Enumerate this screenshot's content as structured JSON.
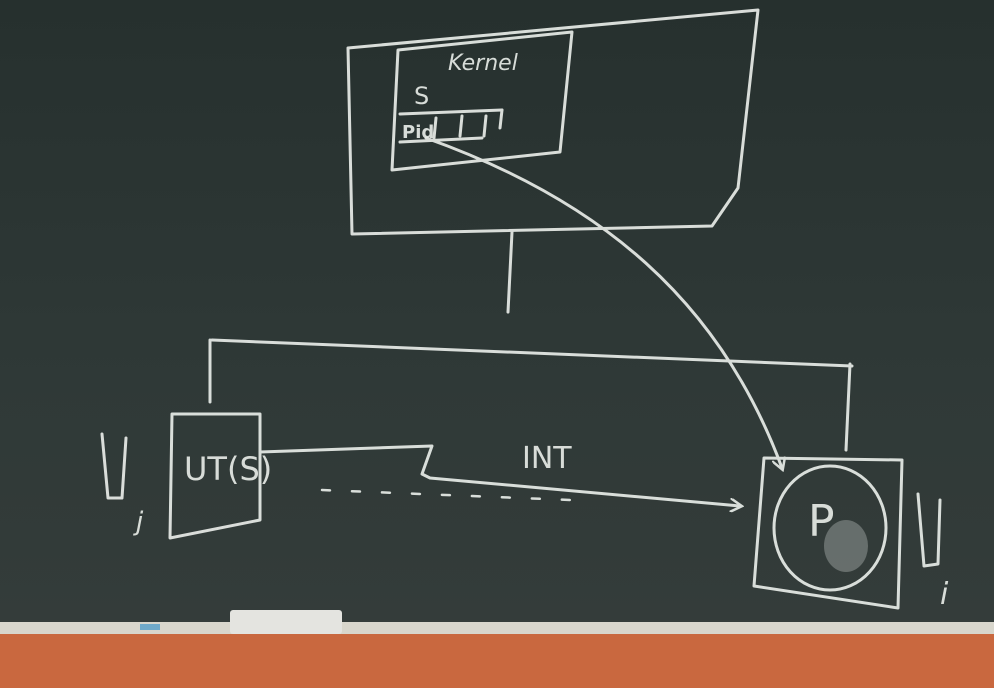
{
  "board": {
    "background": "#2f3836",
    "chalk_color": "#e8ece8",
    "ledge_color": "#c9683f"
  },
  "labels": {
    "kernel": "Kernel",
    "s": "S",
    "pid": "Pid",
    "ut_box": "UT(S)",
    "int": "INT",
    "p_circle": "P",
    "uj": "U",
    "uj_sub": "j",
    "ui": "U",
    "ui_sub": "i"
  }
}
